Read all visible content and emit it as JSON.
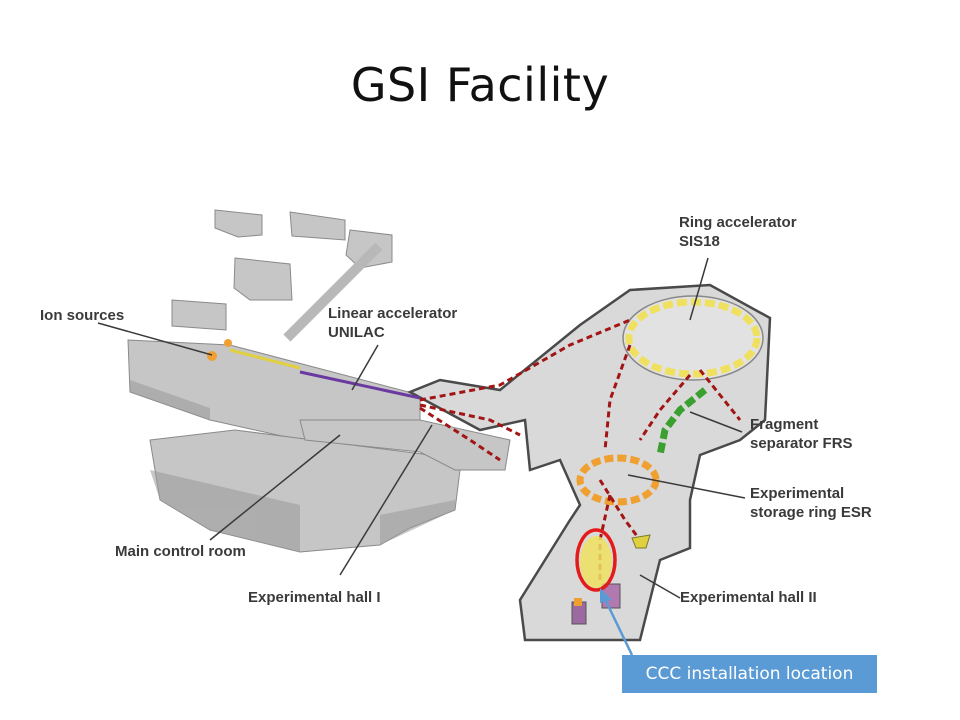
{
  "title": "GSI Facility",
  "labels": {
    "ion_sources": "Ion sources",
    "linear_accelerator": "Linear accelerator",
    "unilac": "UNILAC",
    "ring_accelerator": "Ring accelerator",
    "sis18": "SIS18",
    "fragment": "Fragment",
    "separator_frs": "separator FRS",
    "experimental": "Experimental",
    "storage_ring_esr": "storage ring ESR",
    "main_control_room": "Main control room",
    "experimental_hall_1": "Experimental hall I",
    "experimental_hall_2": "Experimental hall II"
  },
  "callout": {
    "text": "CCC installation location",
    "color": "#5b9bd5"
  },
  "colors": {
    "building": "#c4c4c4",
    "floor": "#d4d4d4",
    "beamline": "#a31515",
    "magnets_yellow": "#f0e060",
    "magnets_orange": "#f0a030",
    "magnets_green": "#3aa030",
    "unilac_purple": "#6a3aa0",
    "highlight": "#e31b1b"
  }
}
